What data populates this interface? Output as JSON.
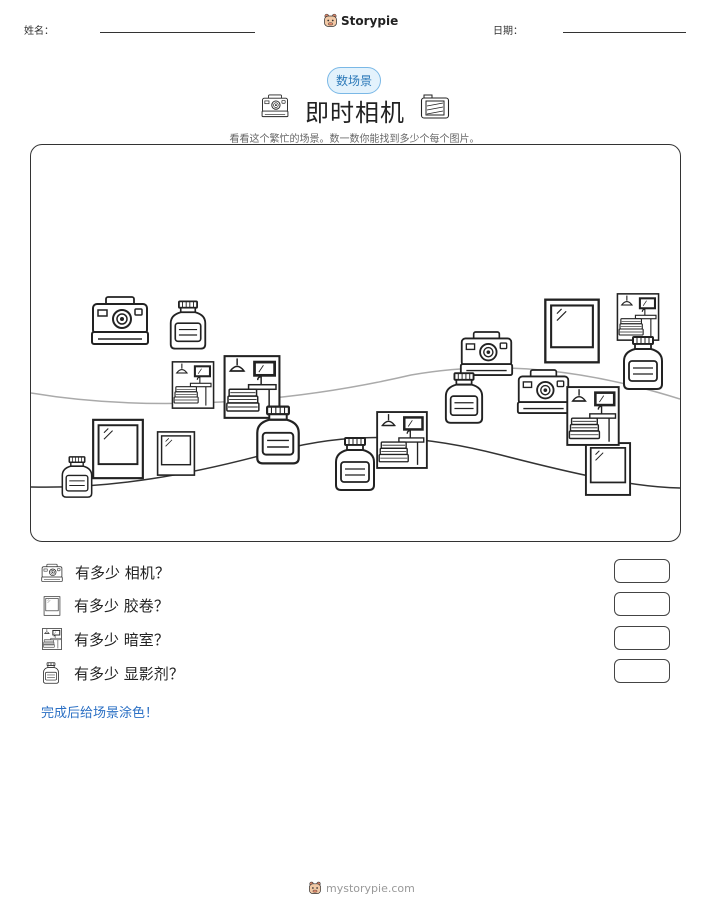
{
  "header": {
    "name_label": "姓名：",
    "brand": "Storypie",
    "date_label": "日期："
  },
  "title_block": {
    "category": "数场景",
    "title": "即时相机",
    "instructions": "看看这个繁忙的场景。数一数你能找到多少个每个图片。"
  },
  "questions": [
    {
      "icon": "camera-icon",
      "prefix": "有多少",
      "item": "相机",
      "suffix": "？"
    },
    {
      "icon": "film-icon",
      "prefix": "有多少",
      "item": "胶卷",
      "suffix": "？"
    },
    {
      "icon": "darkroom-icon",
      "prefix": "有多少",
      "item": "暗室",
      "suffix": "？"
    },
    {
      "icon": "developer-bottle-icon",
      "prefix": "有多少",
      "item": "显影剂",
      "suffix": "？"
    }
  ],
  "footer": {
    "note": "完成后给场景涂色！",
    "site": "mystorypie.com"
  }
}
